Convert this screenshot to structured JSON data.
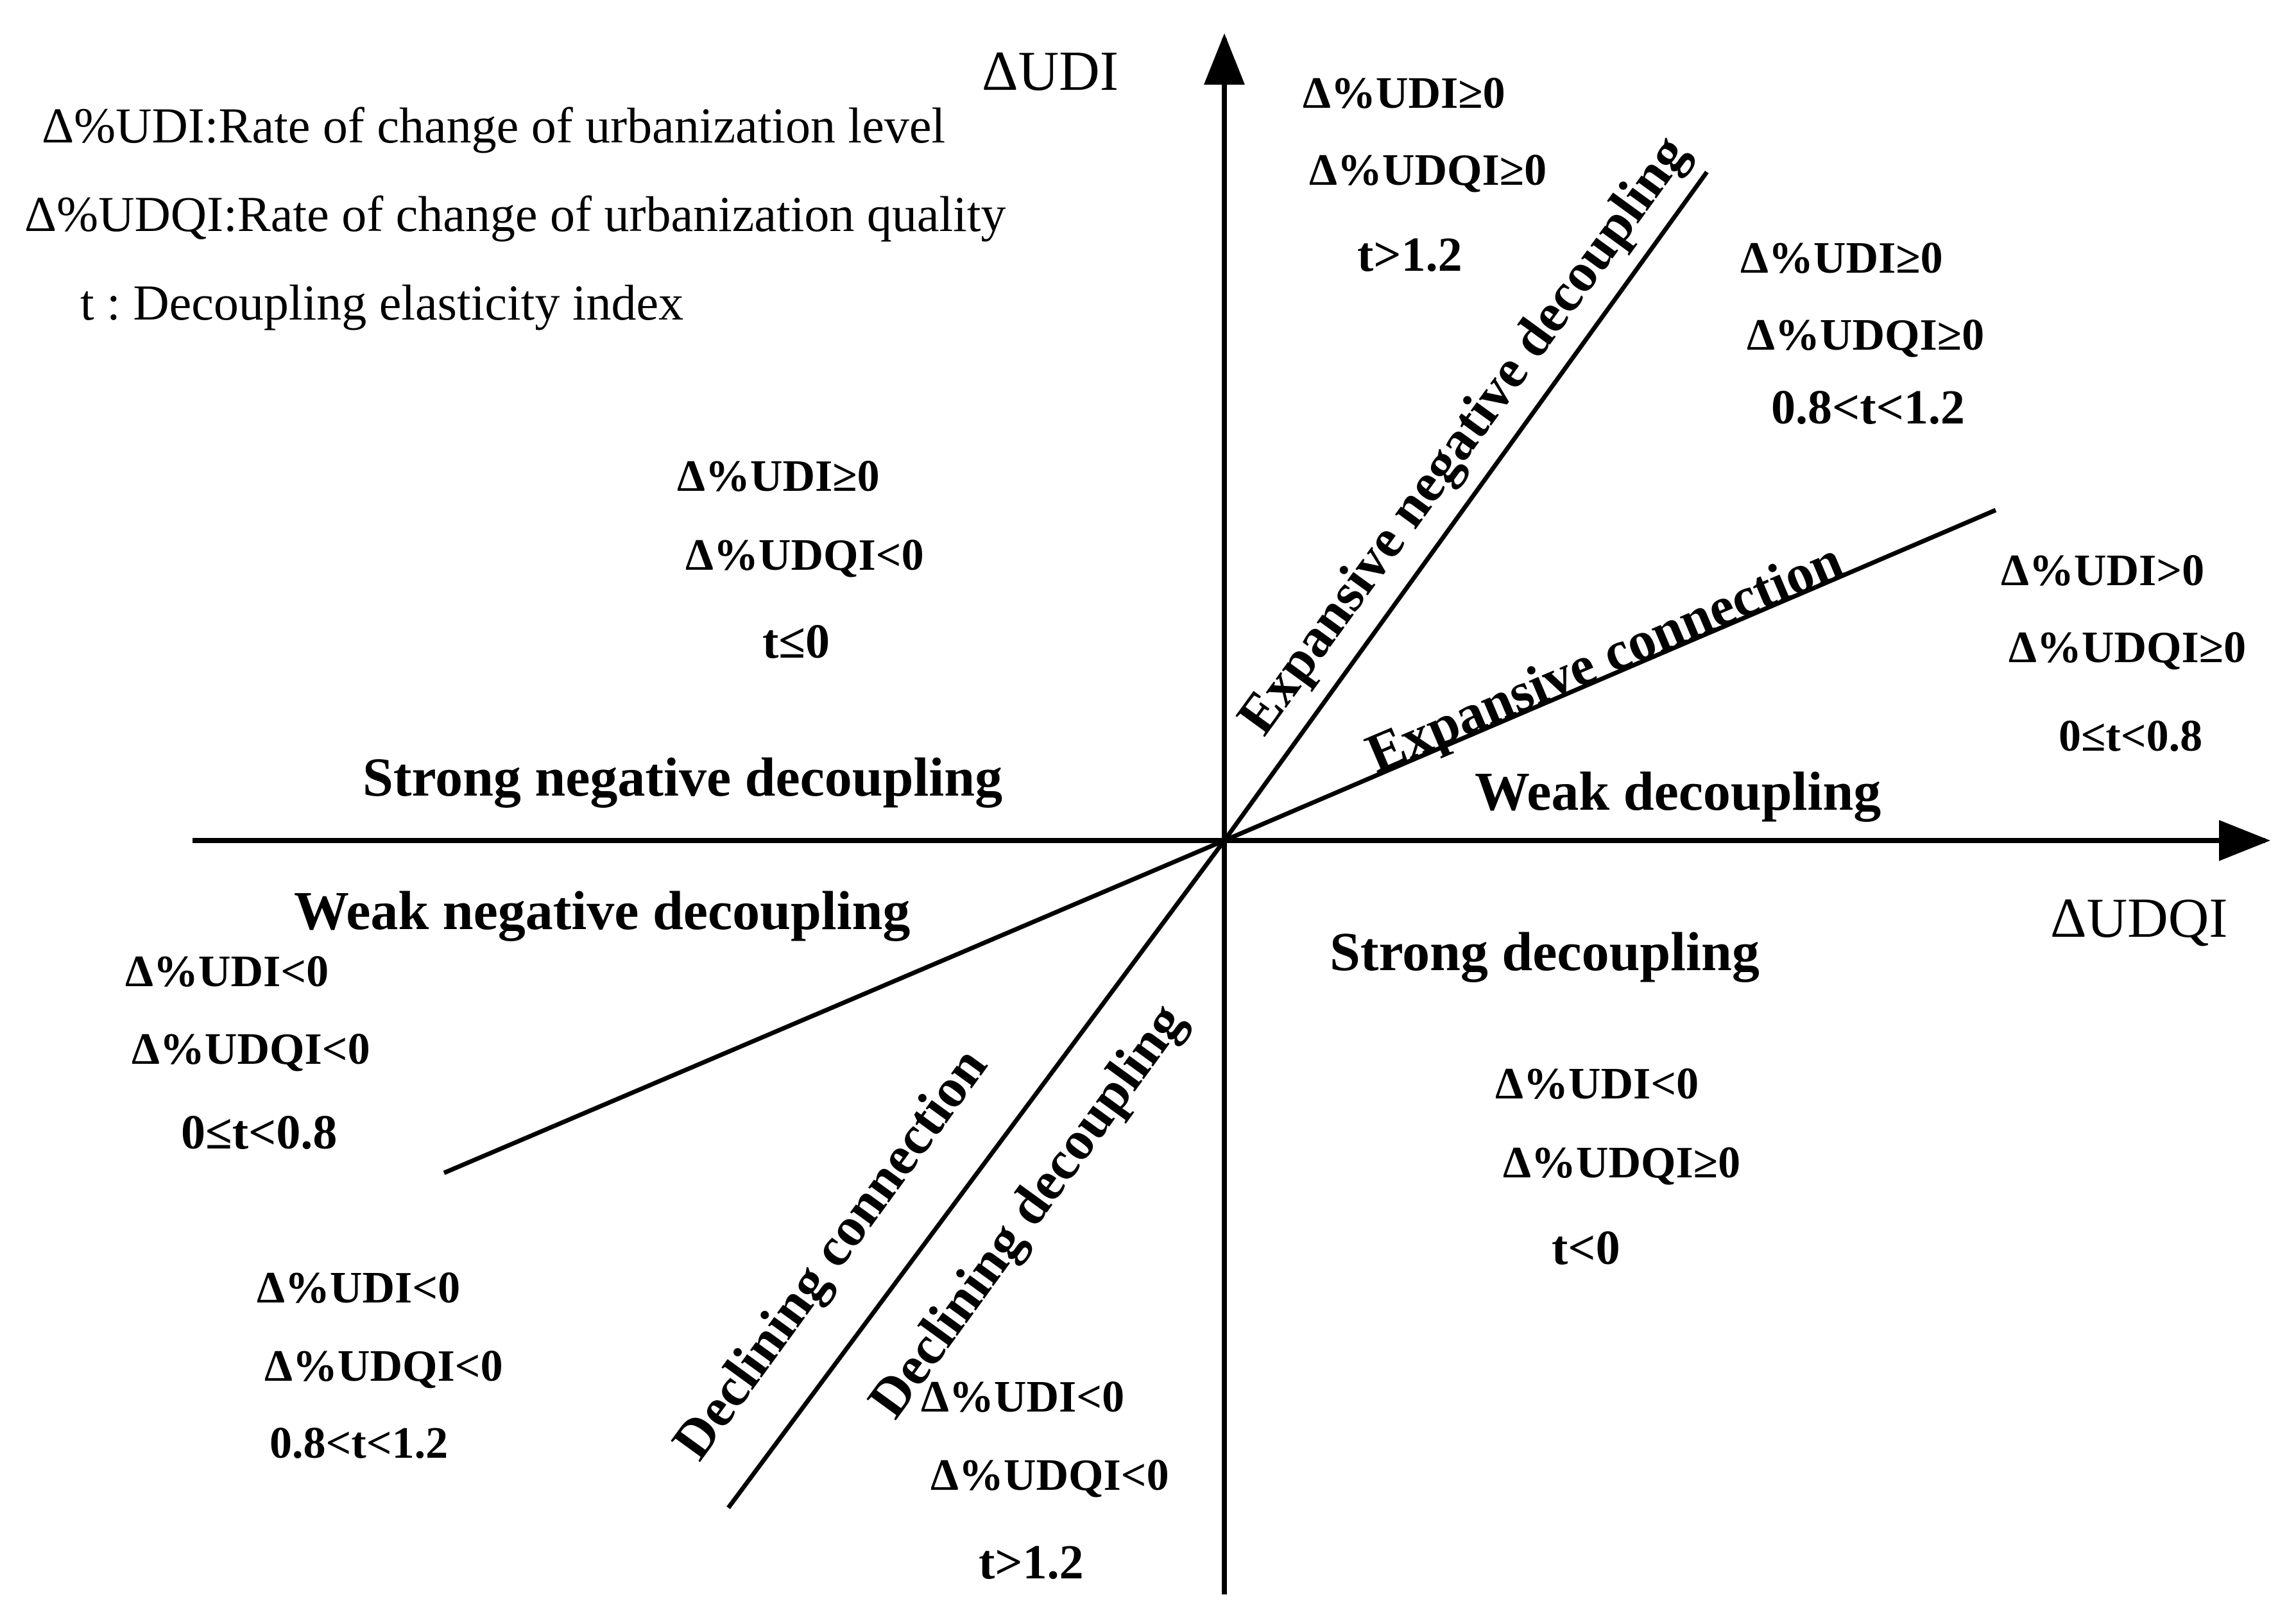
{
  "axes": {
    "y_label": "ΔUDI",
    "x_label": "ΔUDQI"
  },
  "legend": [
    "Δ%UDI:Rate of change of urbanization level",
    "Δ%UDQI:Rate of change of urbanization quality",
    "t : Decoupling elasticity index"
  ],
  "regions": {
    "strong_negative_decoupling": "Strong negative decoupling",
    "weak_negative_decoupling": "Weak negative decoupling",
    "weak_decoupling": "Weak decoupling",
    "strong_decoupling": "Strong decoupling",
    "expansive_negative_decoupling": "Expansive negative decoupling",
    "expansive_connection": "Expansive connection",
    "declining_connection": "Declining connection",
    "declining_decoupling": "Declining decoupling"
  },
  "conditions": {
    "expansive_negative": [
      "Δ%UDI≥0",
      "Δ%UDQI≥0",
      "t>1.2"
    ],
    "expansive_connection": [
      "Δ%UDI≥0",
      "Δ%UDQI≥0",
      "0.8<t<1.2"
    ],
    "weak_decoupling": [
      "Δ%UDI>0",
      "Δ%UDQI≥0",
      "0≤t<0.8"
    ],
    "strong_negative": [
      "Δ%UDI≥0",
      "Δ%UDQI<0",
      "t≤0"
    ],
    "weak_negative": [
      "Δ%UDI<0",
      "Δ%UDQI<0",
      "0≤t<0.8"
    ],
    "declining_connection": [
      "Δ%UDI<0",
      "Δ%UDQI<0",
      "0.8<t<1.2"
    ],
    "declining_decoupling": [
      "Δ%UDI<0",
      "Δ%UDQI<0",
      "t>1.2"
    ],
    "strong_decoupling": [
      "Δ%UDI<0",
      "Δ%UDQI≥0",
      "t<0"
    ]
  }
}
